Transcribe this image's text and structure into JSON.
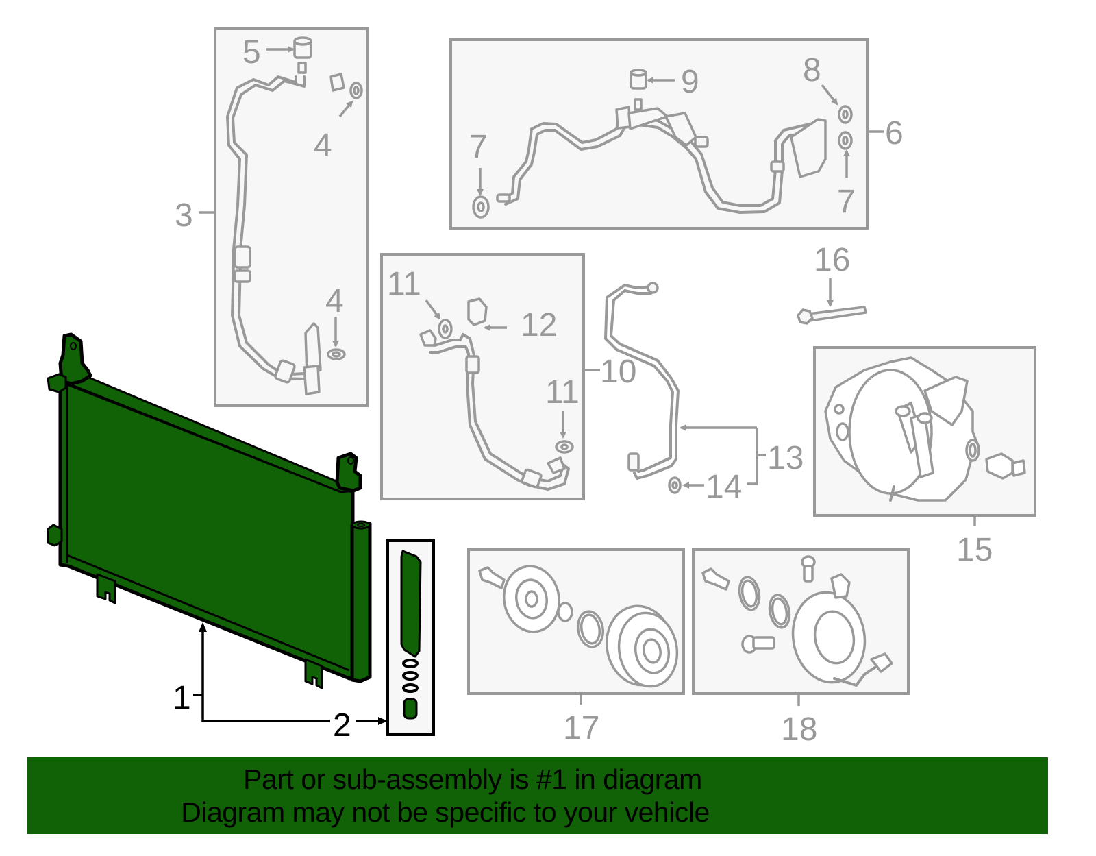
{
  "diagram": {
    "highlight_color": "#116107",
    "outline_color": "#999999",
    "panel_fill": "#f7f7f7",
    "callouts": {
      "c1": "1",
      "c2": "2",
      "c3": "3",
      "c4a": "4",
      "c4b": "4",
      "c5": "5",
      "c6": "6",
      "c7a": "7",
      "c7b": "7",
      "c8": "8",
      "c9": "9",
      "c10": "10",
      "c11a": "11",
      "c11b": "11",
      "c12": "12",
      "c13": "13",
      "c14": "14",
      "c15": "15",
      "c16": "16",
      "c17": "17",
      "c18": "18"
    },
    "parts": [
      {
        "number": "1",
        "name": "condenser",
        "highlighted": true
      },
      {
        "number": "2",
        "name": "receiver-drier-kit",
        "highlighted": true
      },
      {
        "number": "3",
        "name": "discharge-hose-assembly",
        "highlighted": false
      },
      {
        "number": "4",
        "name": "o-ring",
        "highlighted": false
      },
      {
        "number": "5",
        "name": "service-port-cap",
        "highlighted": false
      },
      {
        "number": "6",
        "name": "suction-line-assembly",
        "highlighted": false
      },
      {
        "number": "7",
        "name": "o-ring",
        "highlighted": false
      },
      {
        "number": "8",
        "name": "o-ring",
        "highlighted": false
      },
      {
        "number": "9",
        "name": "service-port-cap",
        "highlighted": false
      },
      {
        "number": "10",
        "name": "liquid-hose-assembly",
        "highlighted": false
      },
      {
        "number": "11",
        "name": "o-ring",
        "highlighted": false
      },
      {
        "number": "12",
        "name": "pressure-switch",
        "highlighted": false
      },
      {
        "number": "13",
        "name": "liquid-line",
        "highlighted": false
      },
      {
        "number": "14",
        "name": "o-ring",
        "highlighted": false
      },
      {
        "number": "15",
        "name": "compressor",
        "highlighted": false
      },
      {
        "number": "16",
        "name": "bolt",
        "highlighted": false
      },
      {
        "number": "17",
        "name": "clutch-pulley-kit",
        "highlighted": false
      },
      {
        "number": "18",
        "name": "clutch-coil-kit",
        "highlighted": false
      }
    ]
  },
  "banner": {
    "line1": "Part or sub-assembly is #1 in diagram",
    "line2": "Diagram may not be specific to your vehicle"
  }
}
